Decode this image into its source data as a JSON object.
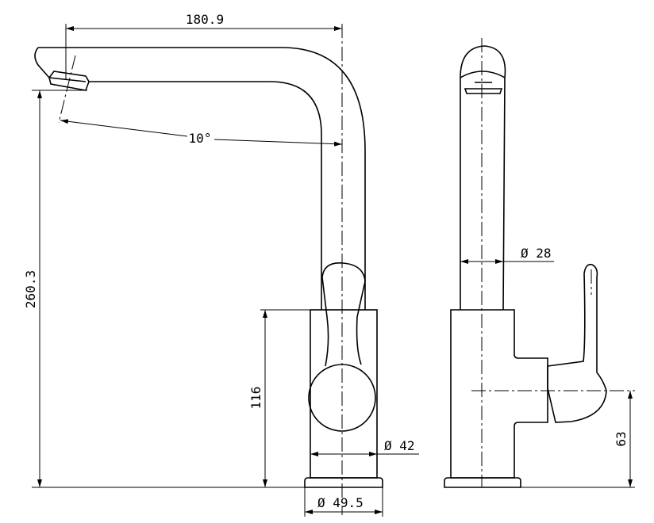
{
  "dimensions": {
    "spout_reach": "180.9",
    "total_height": "260.3",
    "body_height": "116",
    "spout_angle": "10°",
    "spout_tube_diameter": "Ø 28",
    "body_diameter": "Ø 42",
    "base_diameter": "Ø 49.5",
    "lever_height": "63"
  }
}
